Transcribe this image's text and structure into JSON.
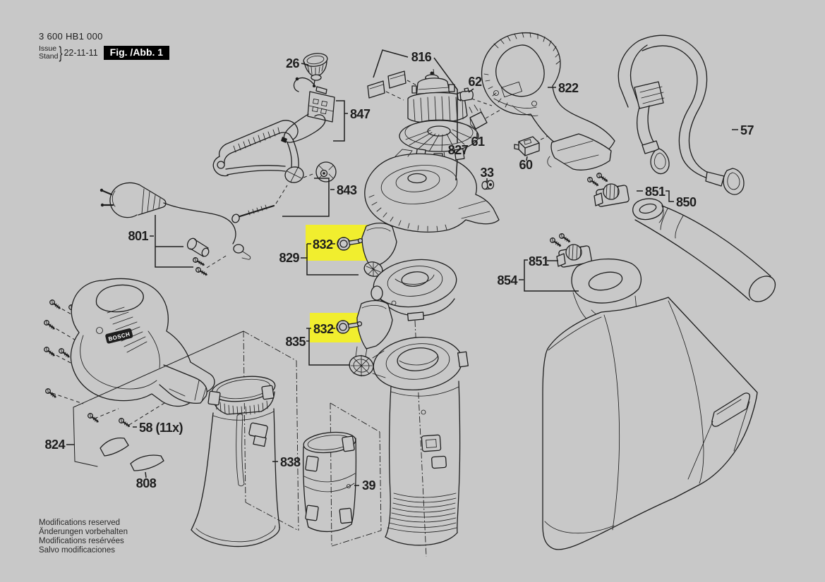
{
  "header": {
    "type_number": "3 600 HB1 000",
    "issue_label_top": "Issue",
    "issue_label_bottom": "Stand",
    "issue_brace": "}",
    "issue_date": "22-11-11",
    "figure_label": "Fig. /Abb. 1"
  },
  "figure": {
    "callouts": {
      "26": "26",
      "816": "816",
      "847": "847",
      "822": "822",
      "57": "57",
      "62": "62",
      "61": "61",
      "60": "60",
      "33": "33",
      "827": "827",
      "843": "843",
      "851": "851",
      "850": "850",
      "801": "801",
      "832": "832",
      "829": "829",
      "854": "854",
      "824": "824",
      "58": "58 (11x)",
      "808": "808",
      "835": "835",
      "838": "838",
      "39": "39"
    },
    "housing_logo": "BOSCH",
    "highlighted_parts": [
      "832"
    ]
  },
  "footer": {
    "lines": [
      "Modifications reserved",
      "Änderungen vorbehalten",
      "Modifications resérvées",
      "Salvo modificaciones"
    ]
  },
  "colors": {
    "background": "#c8c8c8",
    "line": "#1e1e1e",
    "highlight": "#f1ee2e",
    "figure_box_bg": "#000000",
    "figure_box_text": "#ffffff"
  }
}
